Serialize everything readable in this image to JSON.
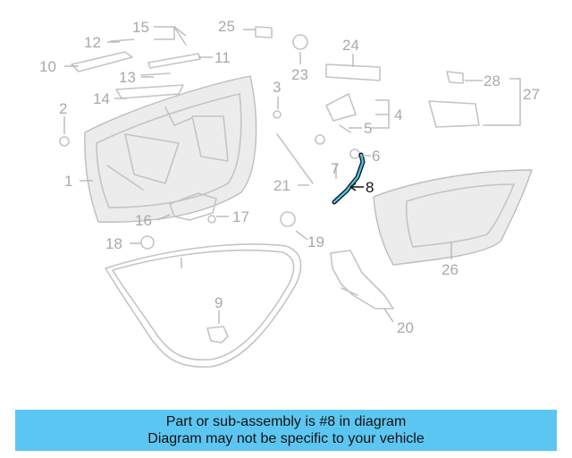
{
  "diagram": {
    "callouts": [
      "1",
      "2",
      "3",
      "4",
      "5",
      "6",
      "7",
      "8",
      "9",
      "10",
      "11",
      "12",
      "13",
      "14",
      "15",
      "16",
      "17",
      "18",
      "19",
      "20",
      "21",
      "23",
      "24",
      "25",
      "26",
      "27",
      "28"
    ],
    "highlighted_part": "8",
    "colors": {
      "highlight": "#48c3ec",
      "parts": "#c4c4c4",
      "labels": "#a9a9a9"
    }
  },
  "banner": {
    "line1": "Part or sub-assembly is #8 in diagram",
    "line2": "Diagram may not be specific to your vehicle",
    "background": "#5cc6f2"
  }
}
